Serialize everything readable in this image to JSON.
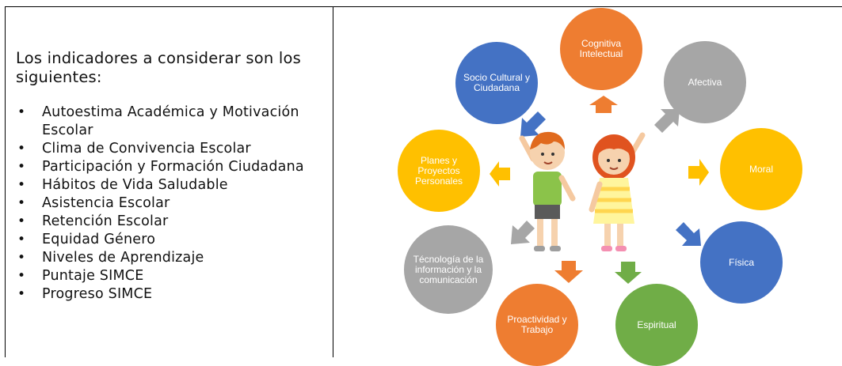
{
  "left": {
    "heading": "Los indicadores a considerar son los siguientes:",
    "bullet": "•",
    "items": [
      "Autoestima Académica y Motivación Escolar",
      "Clima de Convivencia Escolar",
      "Participación y Formación Ciudadana",
      "Hábitos de Vida Saludable",
      "Asistencia Escolar",
      "Retención Escolar",
      "Equidad Género",
      "Niveles de Aprendizaje",
      "Puntaje SIMCE",
      "Progreso SIMCE"
    ]
  },
  "diagram": {
    "nodes": [
      {
        "label": "Cognitiva Intelectual",
        "color": "#ee7d31"
      },
      {
        "label": "Afectiva",
        "color": "#a6a6a6"
      },
      {
        "label": "Moral",
        "color": "#ffc000"
      },
      {
        "label": "Física",
        "color": "#4472c4"
      },
      {
        "label": "Espiritual",
        "color": "#70ad47"
      },
      {
        "label": "Proactividad y Trabajo",
        "color": "#ee7d31"
      },
      {
        "label": "Técnología de la información y la comunicación",
        "color": "#a6a6a6"
      },
      {
        "label": "Planes y Proyectos Personales",
        "color": "#ffc000"
      },
      {
        "label": "Socio Cultural y Ciudadana",
        "color": "#4472c4"
      }
    ]
  }
}
